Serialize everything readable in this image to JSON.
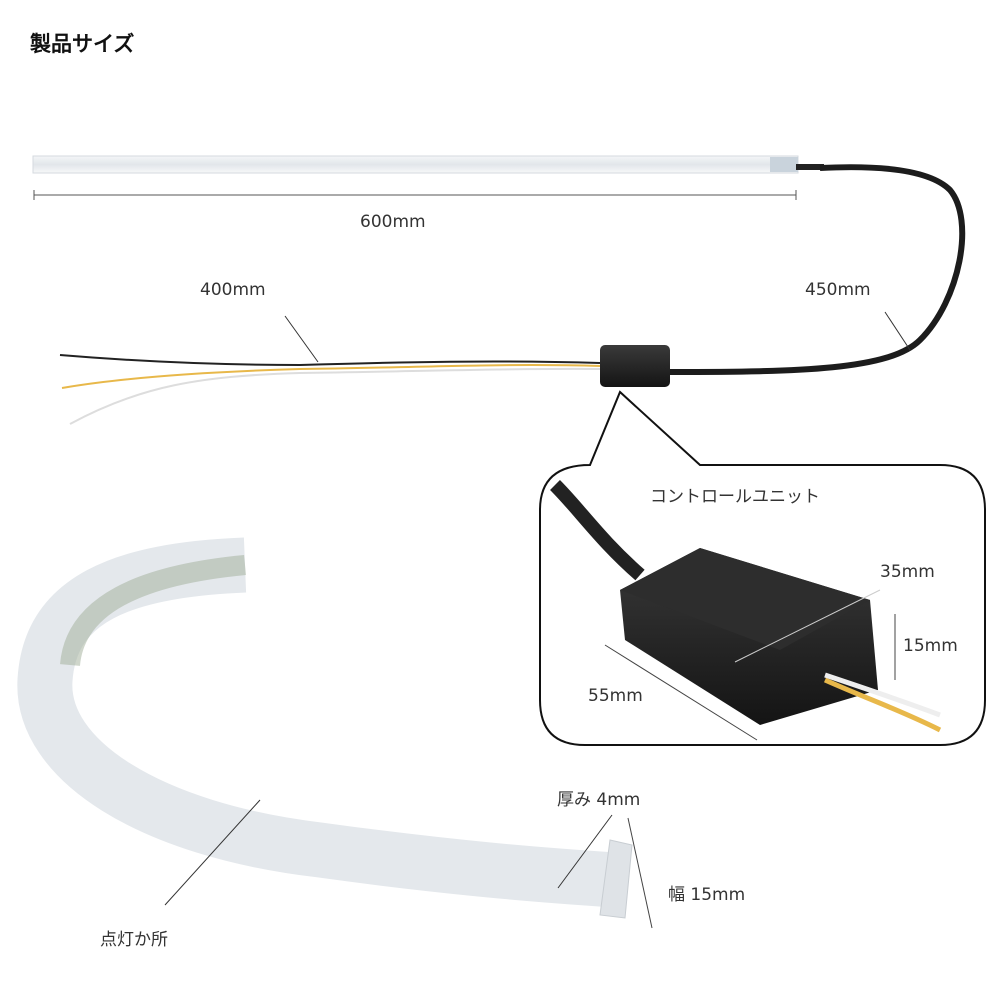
{
  "title": "製品サイズ",
  "labels": {
    "strip_length": "600mm",
    "wire_length": "400mm",
    "cable_length": "450mm",
    "control_unit": "コントロールユニット",
    "unit_width": "35mm",
    "unit_height": "15mm",
    "unit_depth": "55mm",
    "thickness": "厚み 4mm",
    "width": "幅 15mm",
    "lit_area": "点灯か所"
  }
}
